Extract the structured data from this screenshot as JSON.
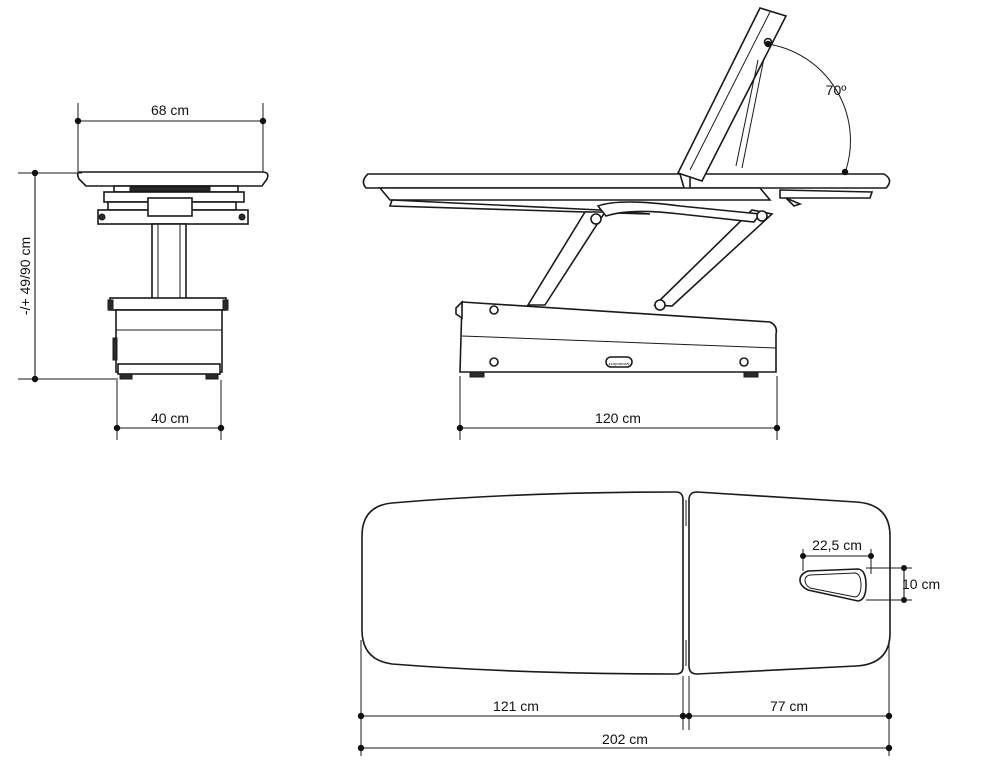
{
  "dimensions": {
    "front_width": "68 cm",
    "front_height": "-/+ 49/90 cm",
    "base_width": "40 cm",
    "side_length": "120 cm",
    "backrest_angle": "70º",
    "face_hole_length": "22,5 cm",
    "face_hole_width": "10 cm",
    "section_main": "121 cm",
    "section_head": "77 cm",
    "total_length": "202 cm"
  },
  "labels": {
    "base_badge": "ecopostural"
  },
  "colors": {
    "line": "#1a1a1a",
    "background": "#ffffff"
  }
}
